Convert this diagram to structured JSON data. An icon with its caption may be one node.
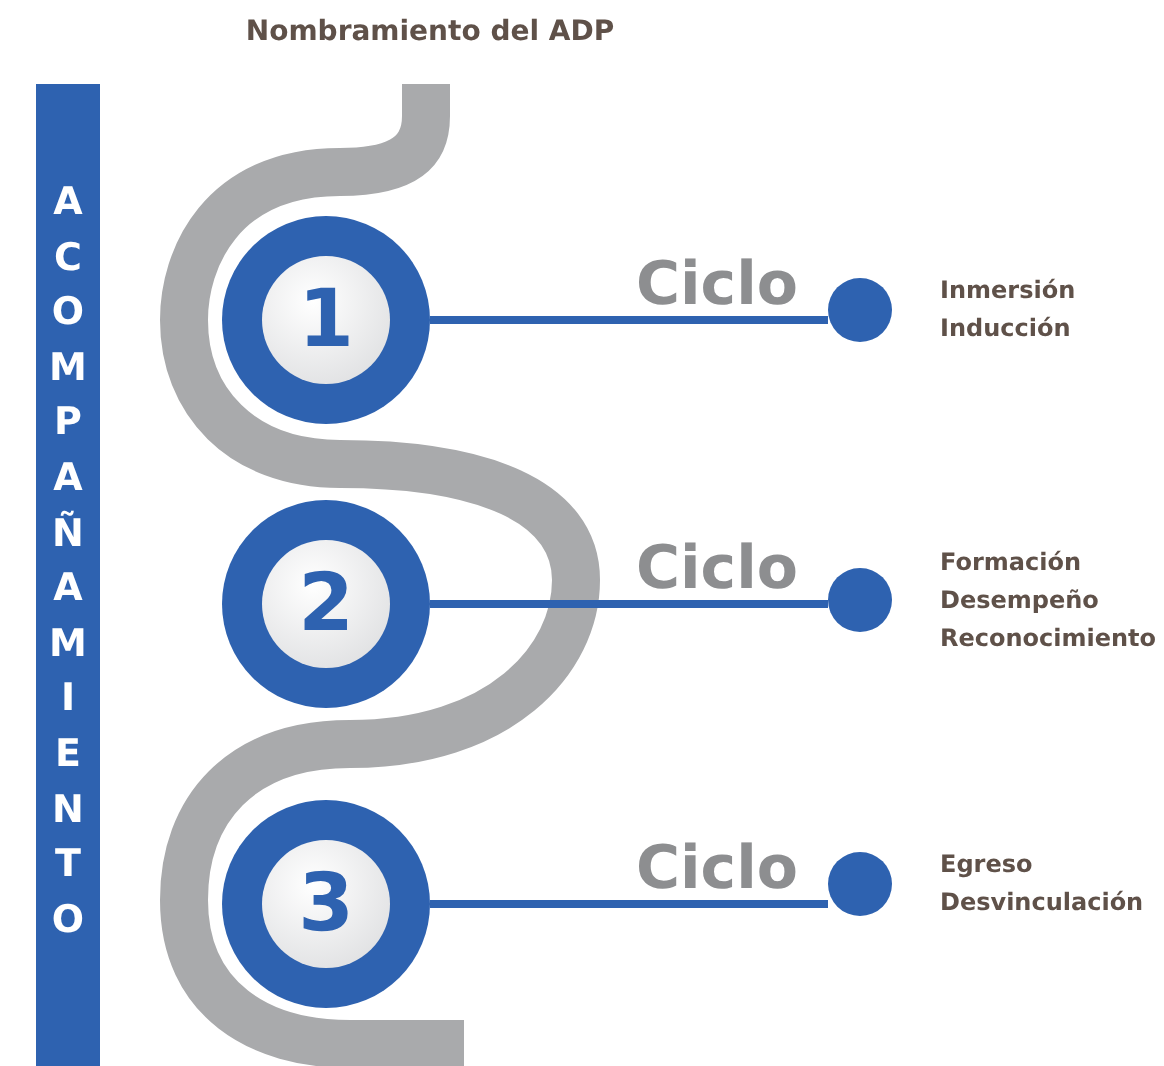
{
  "diagram": {
    "title": "Nombramiento del ADP",
    "nodes": [
      {
        "text": [
          "ACOMPAÑAMIENTO"
        ]
      },
      {
        "text": [
          "1"
        ]
      },
      {
        "text": [],
        "shape": "circle",
        "beside": [
          "Inmersión",
          "Inducción"
        ]
      },
      {
        "text": [
          "2"
        ]
      },
      {
        "text": [],
        "shape": "circle",
        "beside": [
          "Formación",
          "Desempeño",
          "Reconocimiento"
        ]
      },
      {
        "text": [
          "3"
        ]
      },
      {
        "text": [],
        "shape": "circle",
        "beside": [
          "Egreso",
          "Desvinculación"
        ]
      }
    ],
    "edges": [
      {
        "from": 1,
        "to": 2,
        "arrow": "none",
        "label": "Ciclo"
      },
      {
        "from": 3,
        "to": 4,
        "arrow": "none",
        "label": "Ciclo"
      },
      {
        "from": 5,
        "to": 6,
        "arrow": "none",
        "label": "Ciclo"
      }
    ]
  }
}
